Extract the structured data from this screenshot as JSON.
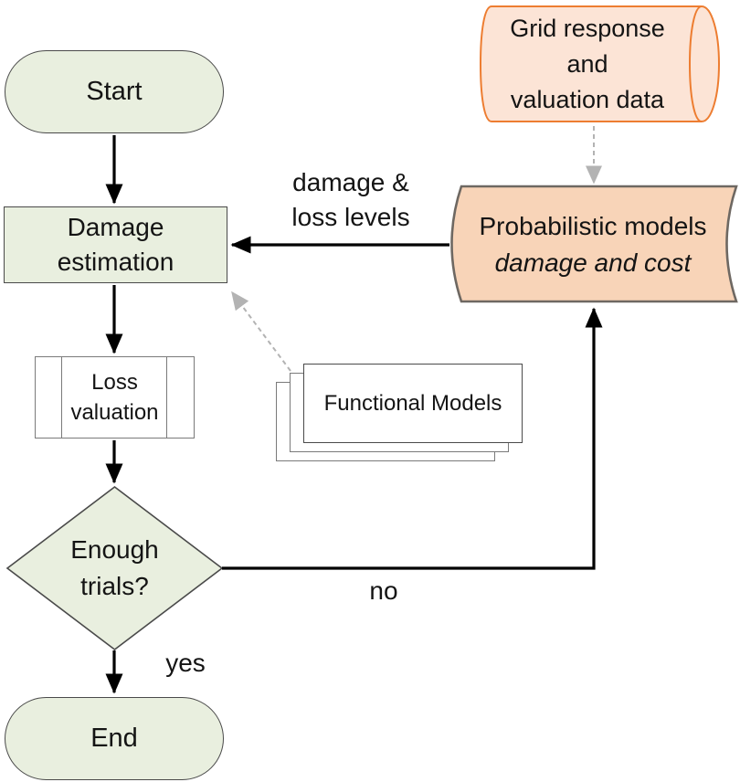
{
  "nodes": {
    "start": {
      "label": "Start"
    },
    "damage_estimation": {
      "lines": [
        "Damage",
        "estimation"
      ]
    },
    "loss_valuation": {
      "lines": [
        "Loss",
        "valuation"
      ]
    },
    "enough_trials": {
      "lines": [
        "Enough",
        "trials?"
      ]
    },
    "end": {
      "label": "End"
    },
    "grid_data": {
      "lines": [
        "Grid response",
        "and",
        "valuation data"
      ]
    },
    "probabilistic_models": {
      "title": "Probabilistic models",
      "subtitle": "damage and cost"
    },
    "functional_models": {
      "label": "Functional Models"
    }
  },
  "edge_labels": {
    "damage_loss": {
      "lines": [
        "damage &",
        "loss levels"
      ]
    },
    "no": "no",
    "yes": "yes"
  },
  "colors": {
    "process_fill": "#E9EFDF",
    "process_border": "#4A4A4A",
    "secondary_border": "#7A7A7A",
    "data_fill_light": "#FCE4D6",
    "data_border_orange": "#ED7D31",
    "model_fill": "#F8D4B8",
    "model_border": "#6E6862",
    "arrow_black": "#000000",
    "arrow_dashed_gray": "#B3B3B3",
    "text": "#141414",
    "background": "#FFFFFF"
  }
}
